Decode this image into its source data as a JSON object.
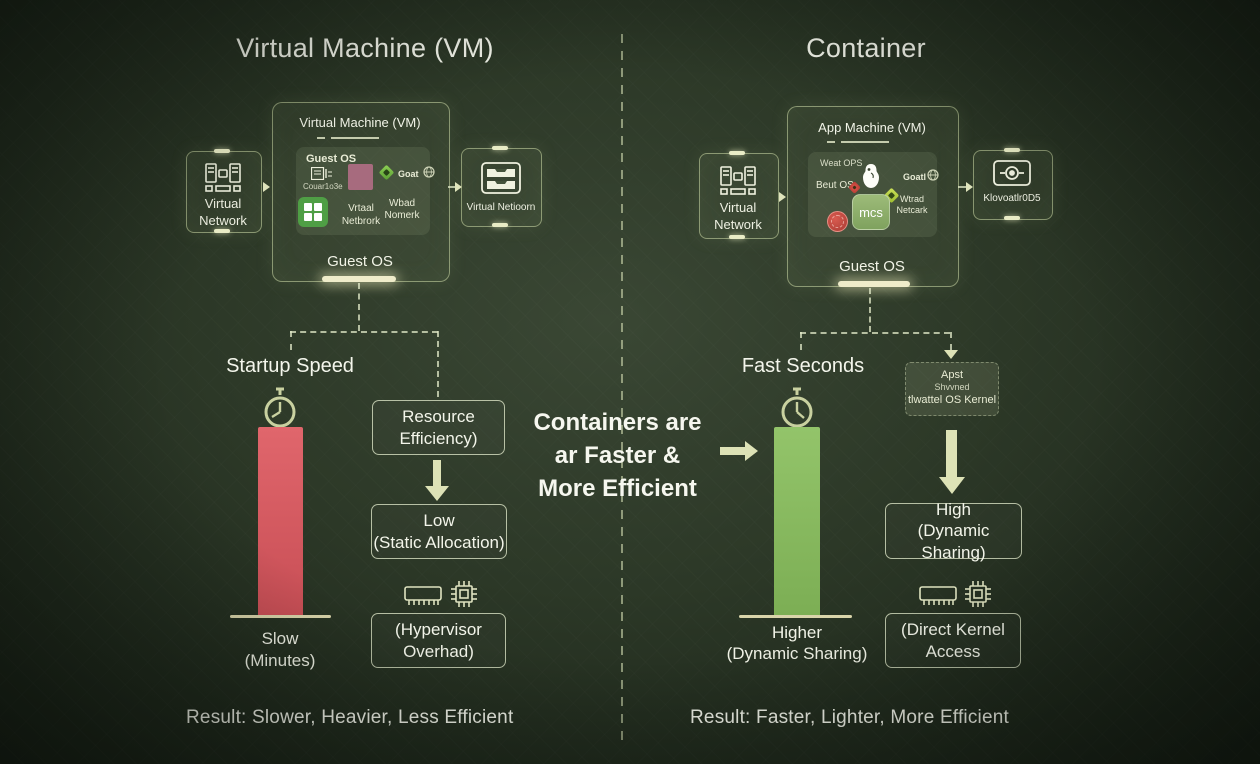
{
  "left": {
    "title": "Virtual Machine (VM)",
    "main_box": {
      "title": "Virtual Machine (VM)",
      "guest_os_top": "Guest OS",
      "os_badge_caption": "Couar1o3e",
      "goat_label": "Goat",
      "vnet_line1": "Vrtaal",
      "vnet_line2": "Netbrork",
      "wbad_line1": "Wbad",
      "wbad_line2": "Nomerk",
      "footer": "Guest OS"
    },
    "network_box": {
      "line1": "Virtual",
      "line2": "Network"
    },
    "netioorn_box": {
      "label": "Virtual Netioorn"
    },
    "startup_label": "Startup Speed",
    "bar": {
      "label1": "Slow",
      "label2": "(Minutes)"
    },
    "resource_box": {
      "line1": "Resource",
      "line2": "Efficiency)"
    },
    "low_box": {
      "line1": "Low",
      "line2": "(Static Allocation)"
    },
    "hypervisor_box": {
      "line1": "(Hypervisor",
      "line2": "Overhad)"
    },
    "result": "Result: Slower, Heavier, Less Efficient"
  },
  "center": {
    "line1": "Containers are",
    "line2": "ar Faster &",
    "line3": "More Efficient"
  },
  "right": {
    "title": "Container",
    "main_box": {
      "title": "App  Machine (VM)",
      "weat_ops": "Weat OPS",
      "beut_os": "Beut OS",
      "goatl_label": "Goatl",
      "wtrad_line1": "Wtrad",
      "wtrad_line2": "Netcark",
      "mcs_label": "mcs",
      "footer": "Guest OS"
    },
    "network_box": {
      "line1": "Virtual",
      "line2": "Network"
    },
    "device_box": {
      "label": "Klovoatlr0D5"
    },
    "fast_label": "Fast Seconds",
    "apst_box": {
      "line1": "Apst",
      "line2": "Shvvned",
      "line3": "tlwattel OS Kernel"
    },
    "bar": {
      "label1": "Higher",
      "label2": "(Dynamic Sharing)"
    },
    "high_box": {
      "line1": "High",
      "line2": "(Dynamic Sharing)"
    },
    "direct_box": {
      "line1": "(Direct Kernel",
      "line2": "Access"
    },
    "result": "Result: Faster, Lighter, More Efficient"
  },
  "colors": {
    "background": "#2c3827",
    "accent_cream": "#dde2b6",
    "red_bar_top": "#e0666c",
    "red_bar_bottom": "#c84e55",
    "green_bar_top": "#93c46a",
    "green_bar_bottom": "#7cae54",
    "windows_green": "#4f9e45",
    "mauve_square": "#a76b7e",
    "mcs_green": "#8fb06b",
    "badge_red": "#c6463d"
  }
}
